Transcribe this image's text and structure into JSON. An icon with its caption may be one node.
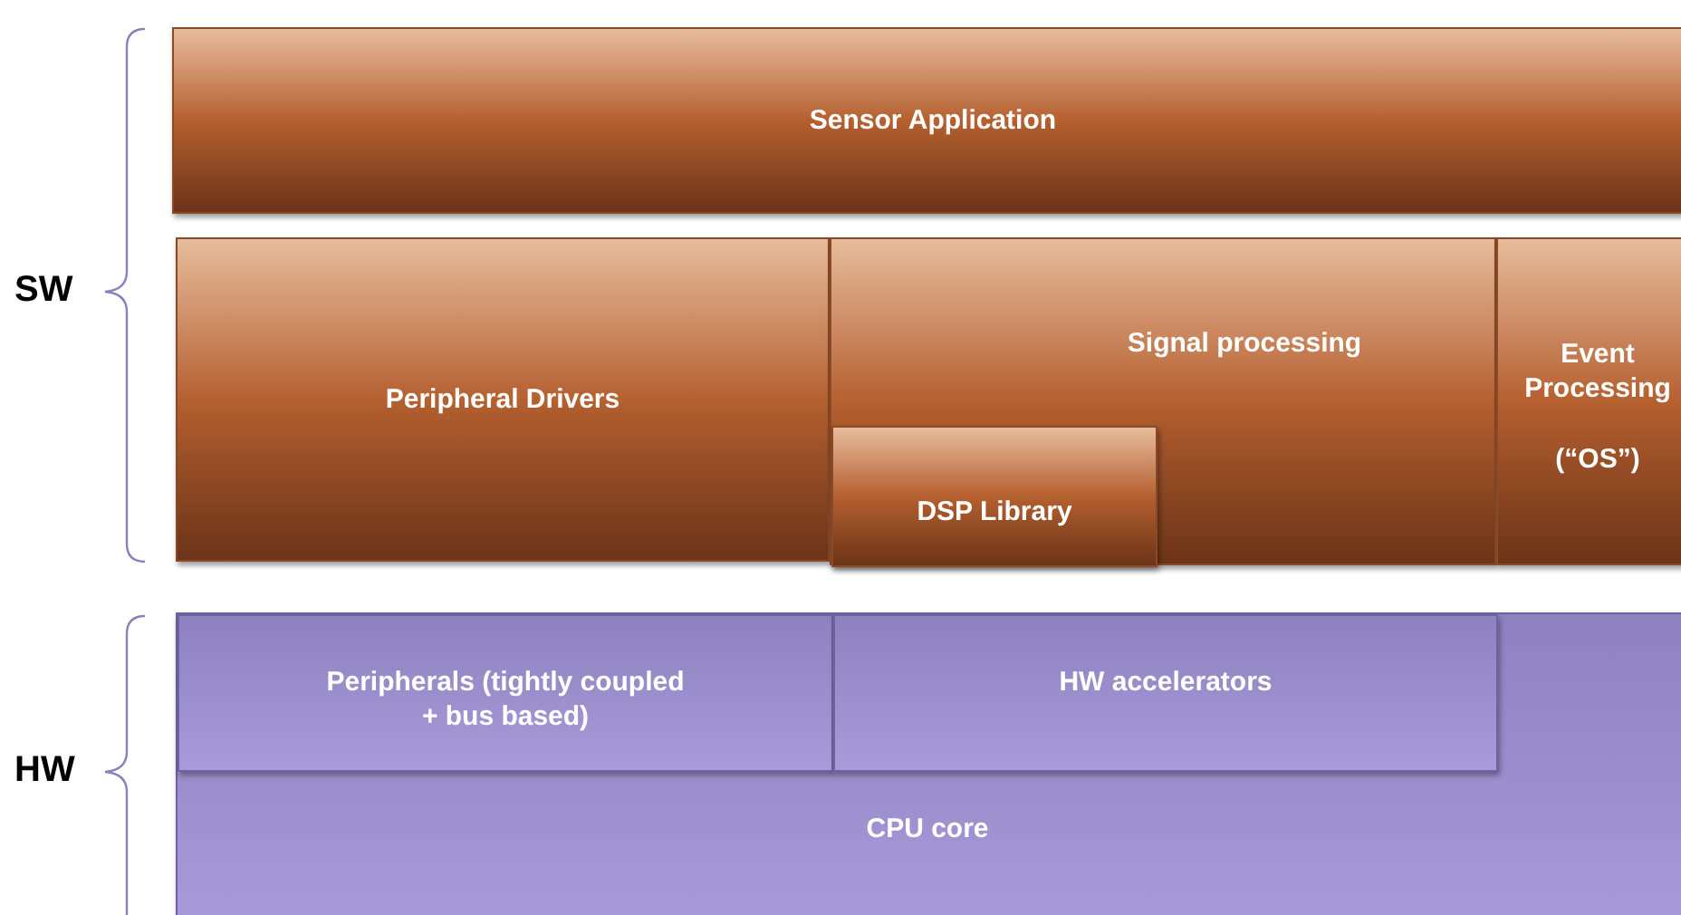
{
  "diagram": {
    "nodes": [
      {
        "text": [
          "Sensor Application"
        ]
      },
      {
        "text": [
          "Peripheral Drivers"
        ]
      },
      {
        "text": [
          "Signal processing"
        ]
      },
      {
        "text": [
          "DSP Library"
        ],
        "in": 2
      },
      {
        "text": [
          "Event Processing",
          "(“OS”)"
        ]
      },
      {
        "text": [
          "CPU core"
        ]
      },
      {
        "text": [
          "Peripherals (tightly coupled + bus based)"
        ],
        "in": 5
      },
      {
        "text": [
          "HW accelerators"
        ],
        "in": 5
      }
    ],
    "labels": [
      "SW",
      "HW"
    ]
  }
}
